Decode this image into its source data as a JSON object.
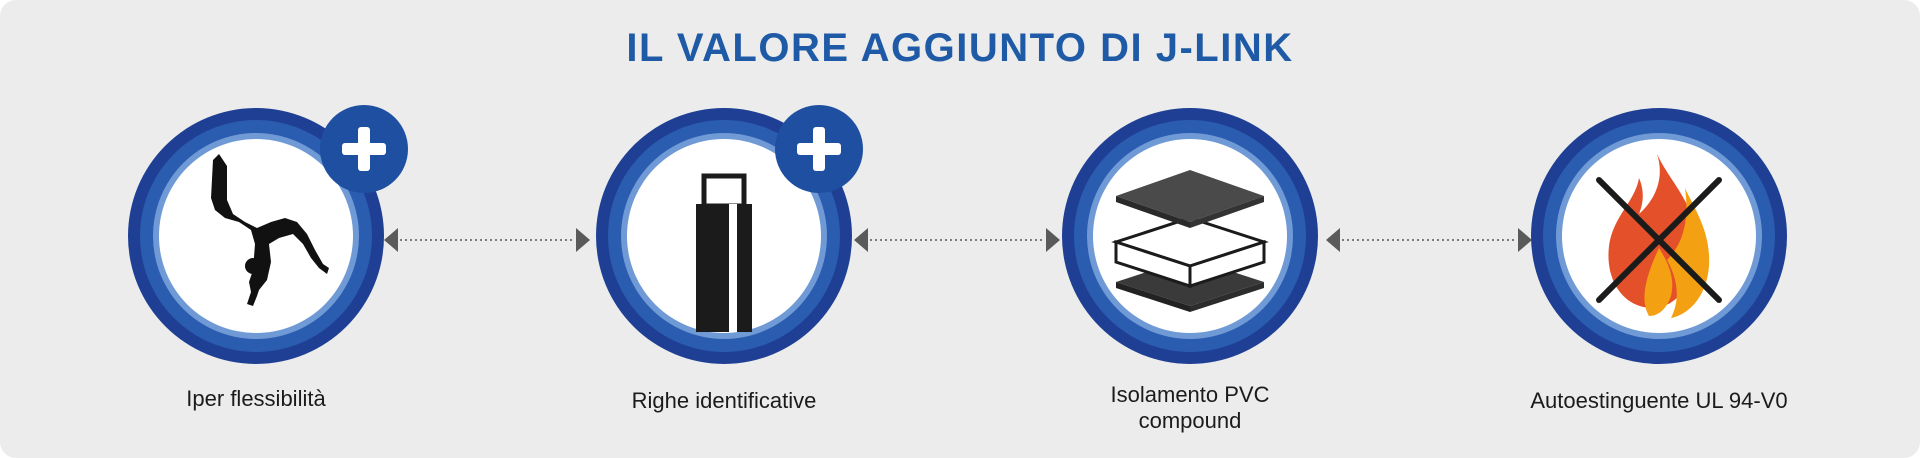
{
  "title": "IL VALORE AGGIUNTO DI J-LINK",
  "features": [
    {
      "label": "Iper flessibilità",
      "icon": "gymnast-icon",
      "plus_badge": true
    },
    {
      "label": "Righe identificative",
      "icon": "striped-cable-icon",
      "plus_badge": true
    },
    {
      "label_line1": "Isolamento PVC",
      "label_line2": "compound",
      "icon": "insulation-layers-icon",
      "plus_badge": false
    },
    {
      "label": "Autoestinguente UL 94-V0",
      "icon": "crossed-flame-icon",
      "plus_badge": false
    }
  ],
  "colors": {
    "ring_dark": "#1f3f94",
    "ring_mid": "#2a5cb0",
    "ring_light": "#6f9ad6",
    "title": "#1f5aa6",
    "flame_red": "#e4502a",
    "flame_orange": "#f3a012"
  }
}
